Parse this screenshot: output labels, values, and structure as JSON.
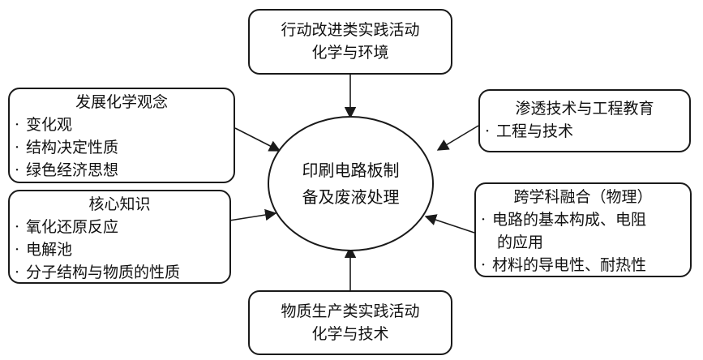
{
  "center": {
    "line1": "印刷电路板制",
    "line2": "备及废液处理"
  },
  "top_box": {
    "line1": "行动改进类实践活动",
    "line2": "化学与环境"
  },
  "bottom_box": {
    "line1": "物质生产类实践活动",
    "line2": "化学与技术"
  },
  "left_top_box": {
    "title": "发展化学观念",
    "items": [
      "变化观",
      "结构决定性质",
      "绿色经济思想"
    ]
  },
  "left_bottom_box": {
    "title": "核心知识",
    "items": [
      "氧化还原反应",
      "电解池",
      "分子结构与物质的性质"
    ]
  },
  "right_top_box": {
    "title": "渗透技术与工程教育",
    "items": [
      "工程与技术"
    ]
  },
  "right_bottom_box": {
    "title": "跨学科融合（物理）",
    "item1": "电路的基本构成、电阻",
    "item1_cont": "的应用",
    "item2": "材料的导电性、耐热性"
  },
  "bullet": "·"
}
